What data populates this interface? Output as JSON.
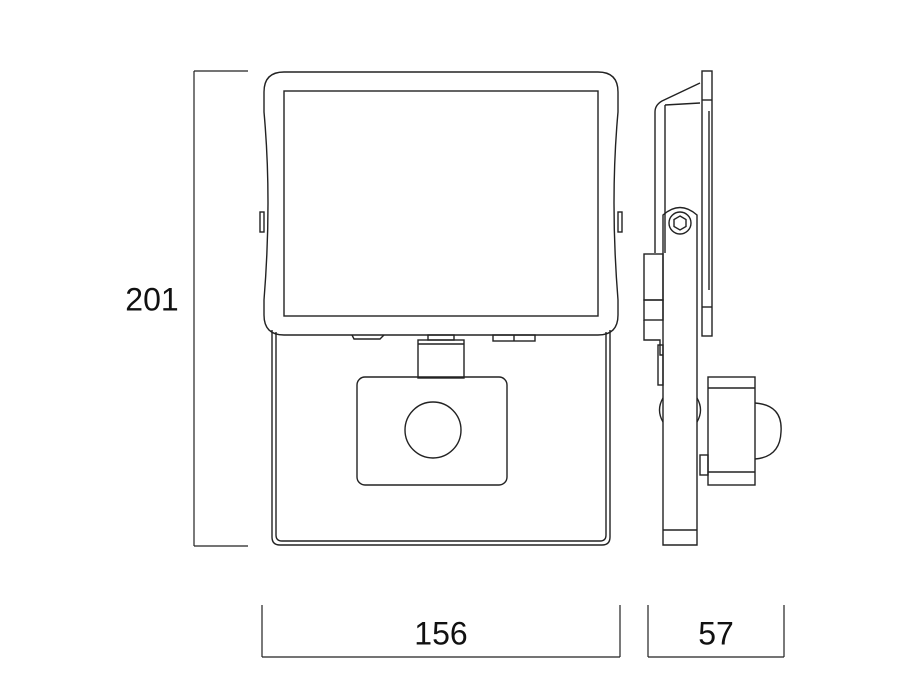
{
  "dimensions": {
    "height": "201",
    "width": "156",
    "depth": "57"
  },
  "views": [
    "front-view",
    "side-view"
  ]
}
